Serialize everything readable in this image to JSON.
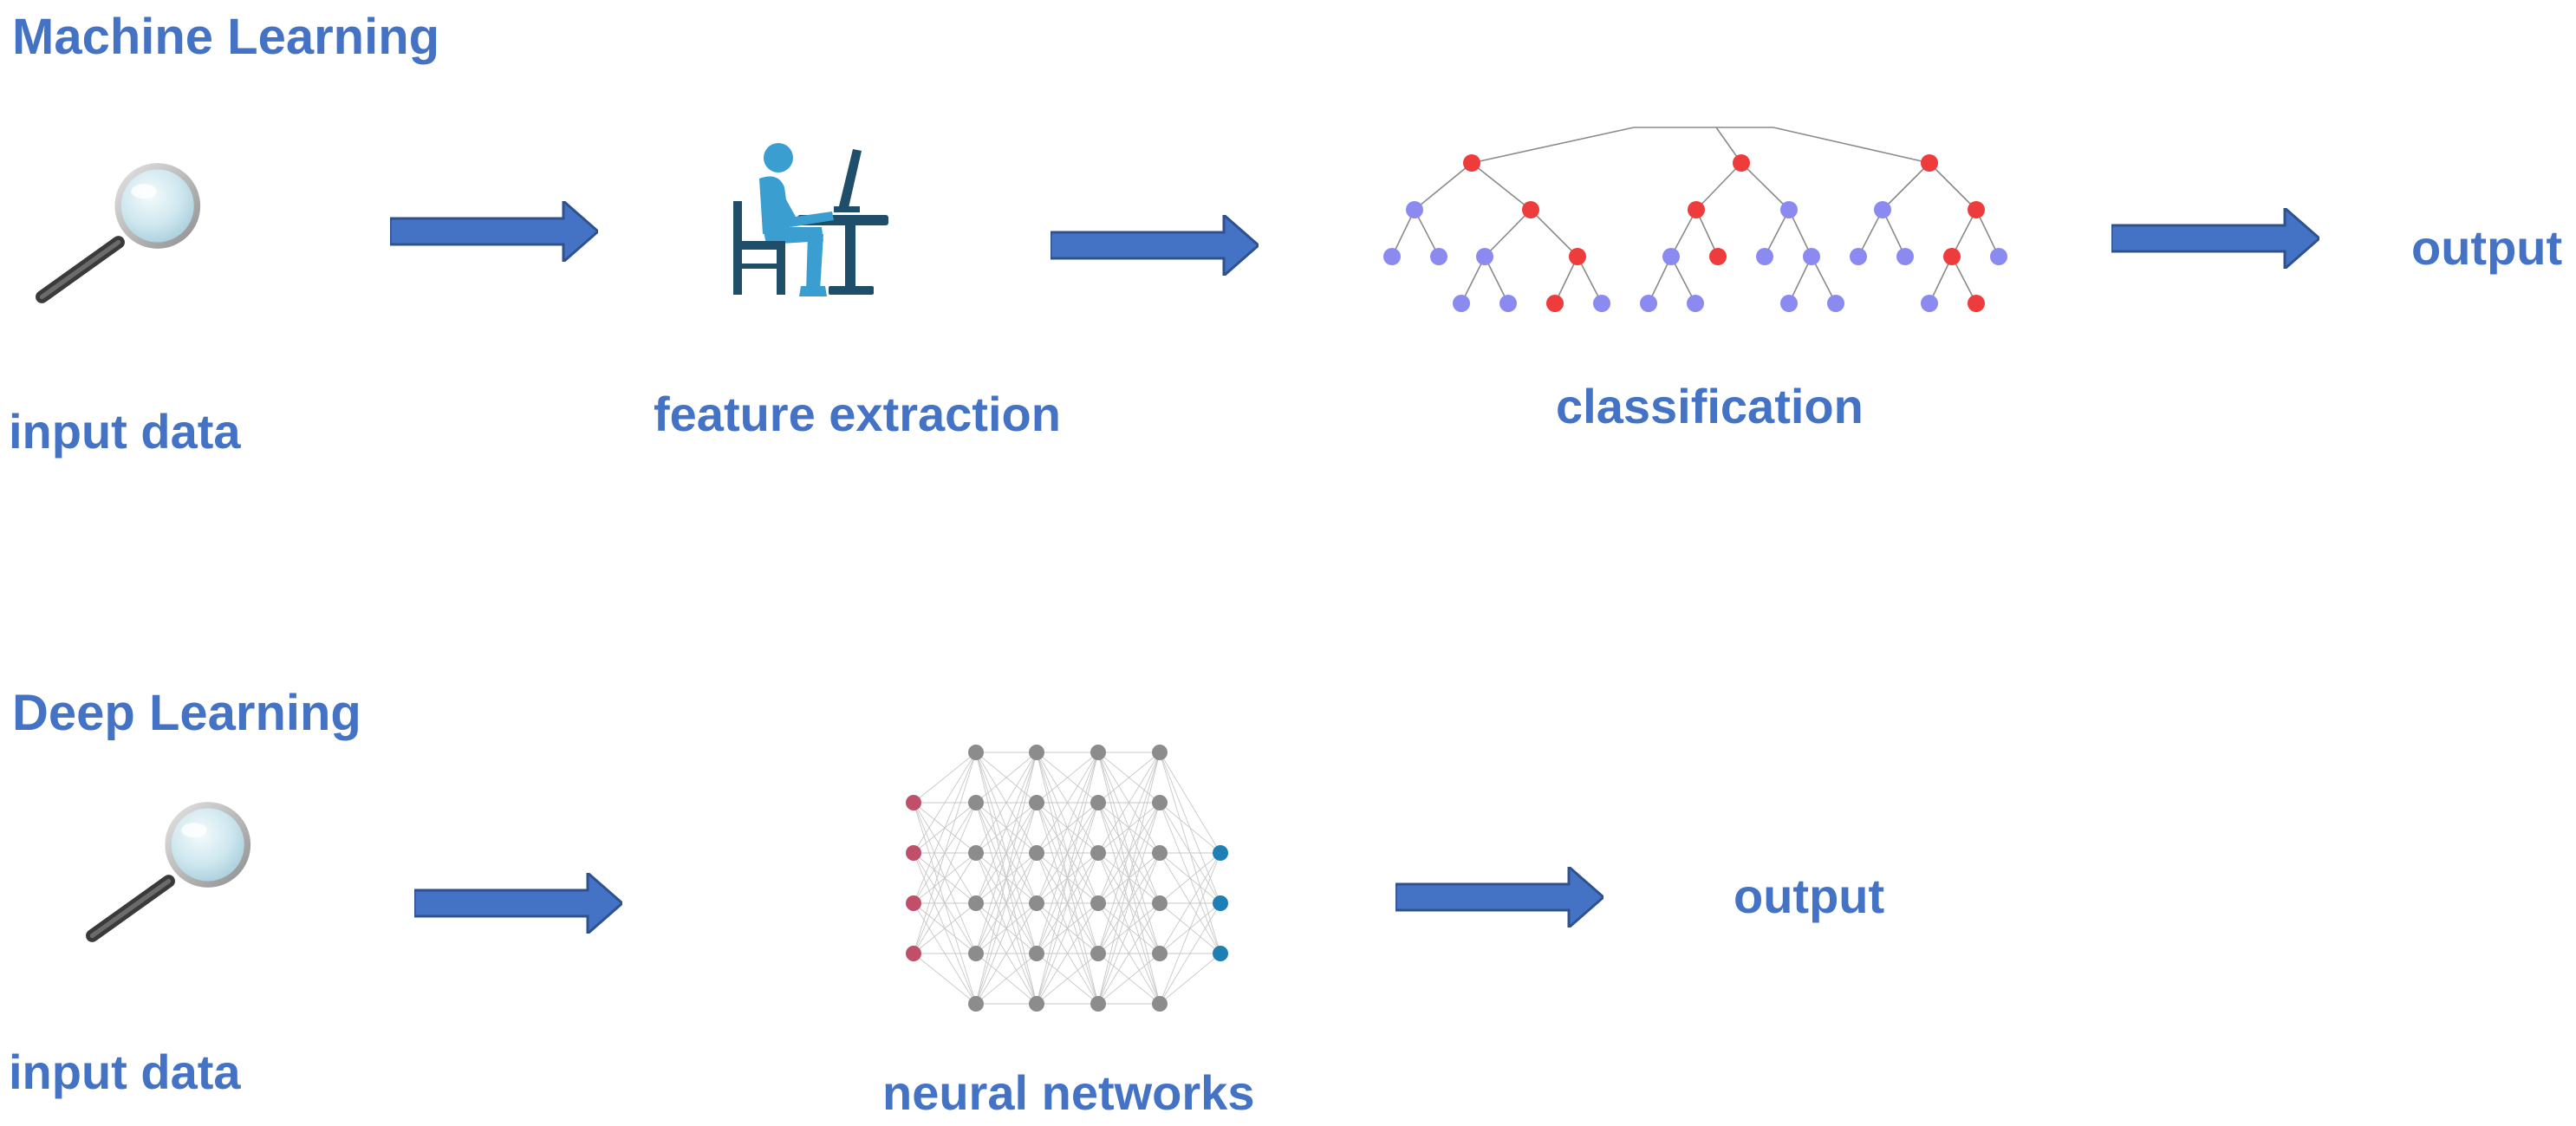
{
  "colors": {
    "text": "#4472C4",
    "arrow": "#4472C4",
    "arrow_edge": "#2F528F",
    "tree_red": "#EE3B3B",
    "tree_blue": "#8A8AF0",
    "person": "#3A9FD0",
    "furniture": "#1F4E6B",
    "nn_gray": "#8C8C8C",
    "nn_input": "#C0506A",
    "nn_output": "#1F7FB5"
  },
  "sections": {
    "machine_learning": {
      "title": "Machine Learning",
      "steps": {
        "input": {
          "label": "input data",
          "icon": "magnifier-icon"
        },
        "feature": {
          "label": "feature extraction",
          "icon": "person-at-computer-icon"
        },
        "classification": {
          "label": "classification",
          "icon": "decision-tree-icon"
        },
        "output": {
          "label": "output"
        }
      }
    },
    "deep_learning": {
      "title": "Deep Learning",
      "steps": {
        "input": {
          "label": "input data",
          "icon": "magnifier-icon"
        },
        "network": {
          "label": "neural networks",
          "icon": "neural-network-icon"
        },
        "output": {
          "label": "output"
        }
      }
    }
  }
}
